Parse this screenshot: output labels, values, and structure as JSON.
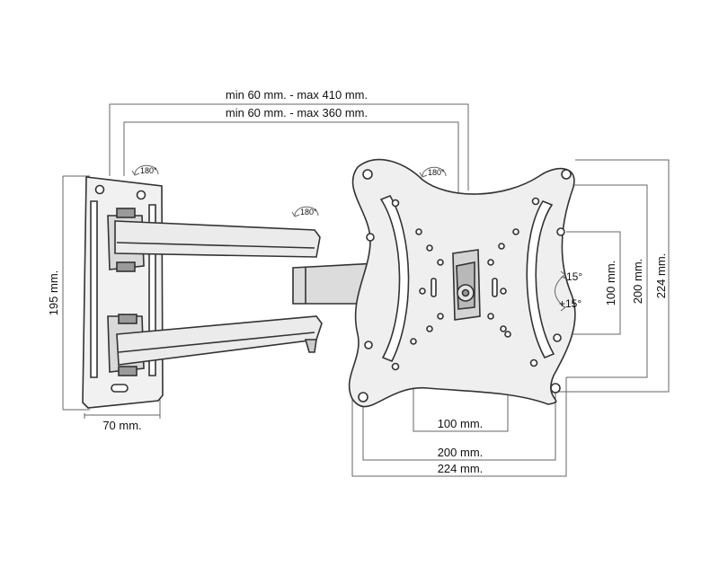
{
  "dimensions": {
    "arm_max_extension": "min 60 mm. - max 410 mm.",
    "arm_min_extension": "min 60 mm. - max 360 mm.",
    "wall_plate_height": "195 mm.",
    "wall_plate_depth": "70 mm.",
    "vesa_h_100": "100 mm.",
    "vesa_h_200": "200 mm.",
    "vesa_h_224": "224 mm.",
    "vesa_v_100": "100 mm.",
    "vesa_v_200": "200 mm.",
    "vesa_v_224": "224 mm."
  },
  "rotation": {
    "wall_swivel": "180°",
    "arm_swivel": "180°",
    "plate_swivel": "180°",
    "tilt_up": "-15°",
    "tilt_down": "+15°"
  }
}
